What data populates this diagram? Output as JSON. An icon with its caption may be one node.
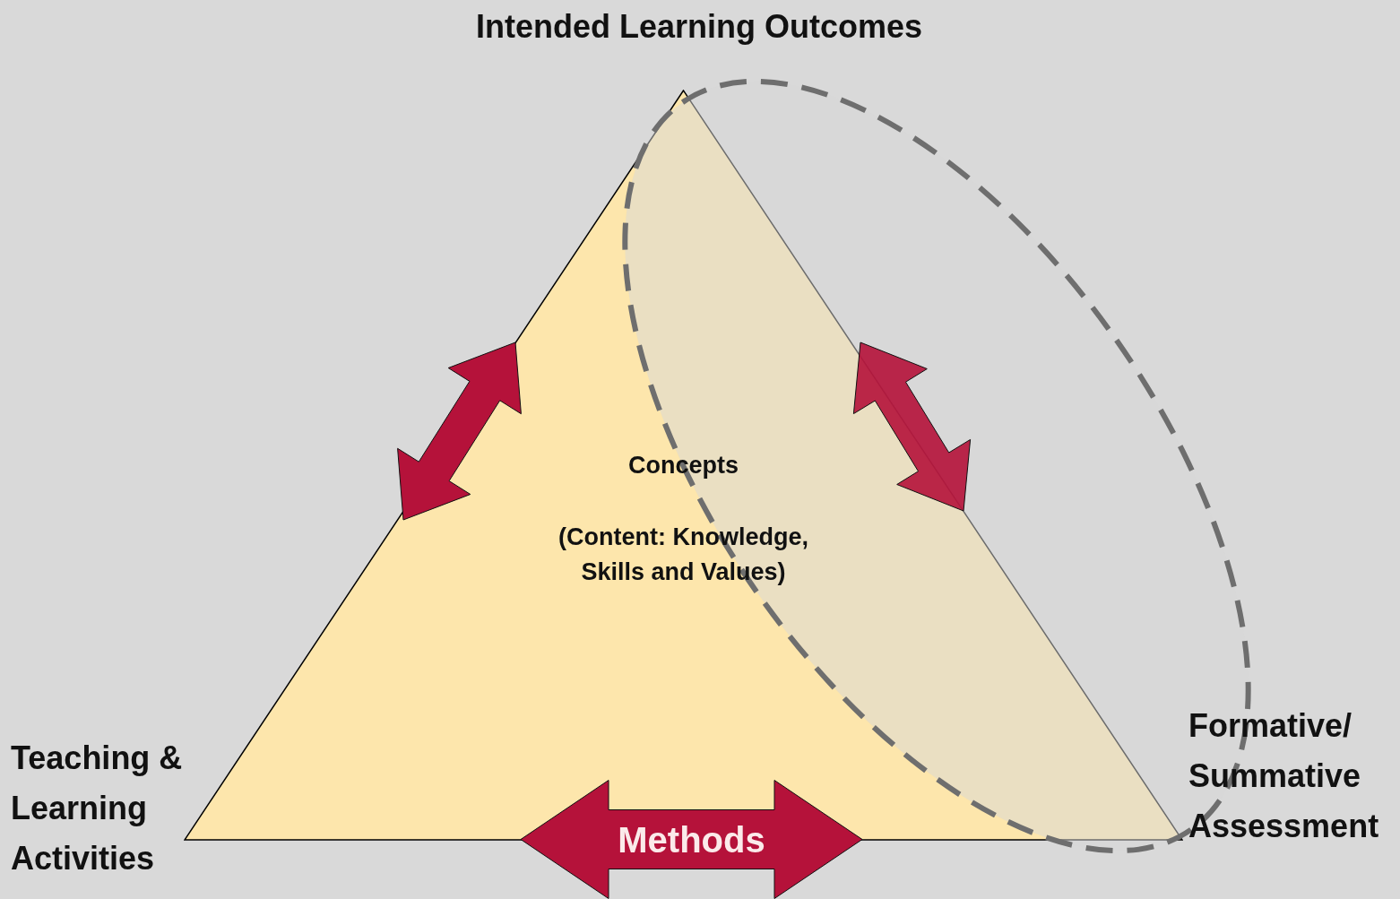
{
  "diagram": {
    "nodes": [
      {
        "text": [
          "Intended Learning Outcomes"
        ]
      },
      {
        "text": [
          "Concepts",
          "(Content: Knowledge, Skills and Values)"
        ]
      },
      {
        "text": [
          "Teaching & Learning Activities"
        ]
      },
      {
        "text": [
          "Formative/ Summative Assessment"
        ]
      },
      {
        "text": [
          "Methods"
        ]
      }
    ]
  }
}
